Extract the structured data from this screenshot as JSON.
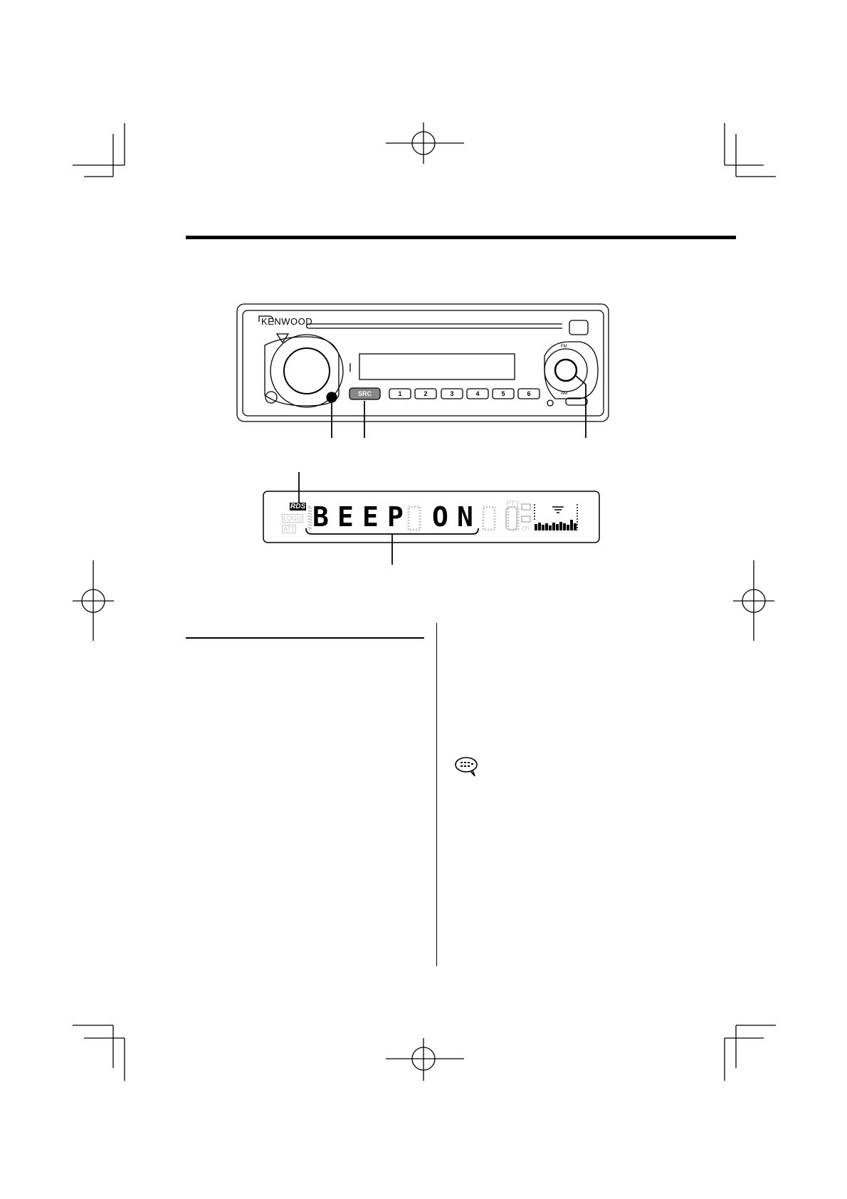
{
  "faceplate": {
    "brand": "KENWOOD",
    "src_label": "SRC",
    "presets": [
      "1",
      "2",
      "3",
      "4",
      "5",
      "6"
    ],
    "fm_label": "FM",
    "am_label": "AM"
  },
  "display": {
    "rds_label": "RDS",
    "logo_label": "LOGO",
    "att_label": "ATT",
    "pty_label": "PTY",
    "ch_label": "ch",
    "text_chars": [
      "B",
      "E",
      "E",
      "P",
      "O",
      "N"
    ]
  },
  "colors": {
    "line": "#000000",
    "src_button": "#888888",
    "display_dim": "#c8c8c8"
  }
}
